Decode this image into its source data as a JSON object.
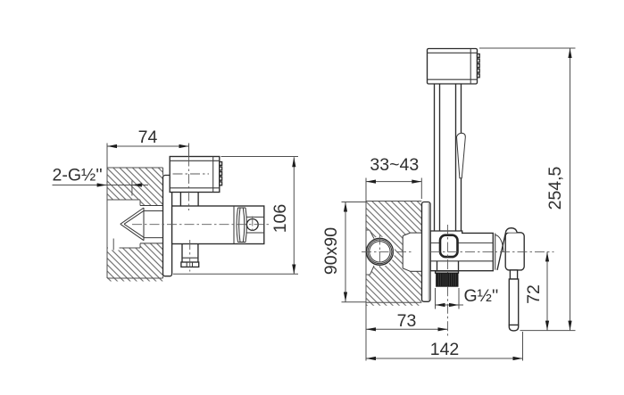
{
  "drawing": {
    "kind": "technical dimension drawing",
    "subject": "wall-mounted hygienic shower angle valve with hand shower",
    "background_color": "#ffffff",
    "line_color": "#2b2b2b",
    "dim_line_color": "#4f4f4f",
    "text_color": "#2f2f2f",
    "views": {
      "side_view": {
        "dimensions": {
          "body_projection": "74",
          "thread_label": "2-G½''",
          "body_height": "106"
        }
      },
      "front_view": {
        "dimensions": {
          "wall_thickness_range": "33~43",
          "escutcheon_plate": "90x90",
          "total_height": "254,5",
          "handle_drop": "72",
          "outlet_thread": "G½''",
          "outlet_offset": "73",
          "total_depth": "142"
        }
      }
    }
  }
}
